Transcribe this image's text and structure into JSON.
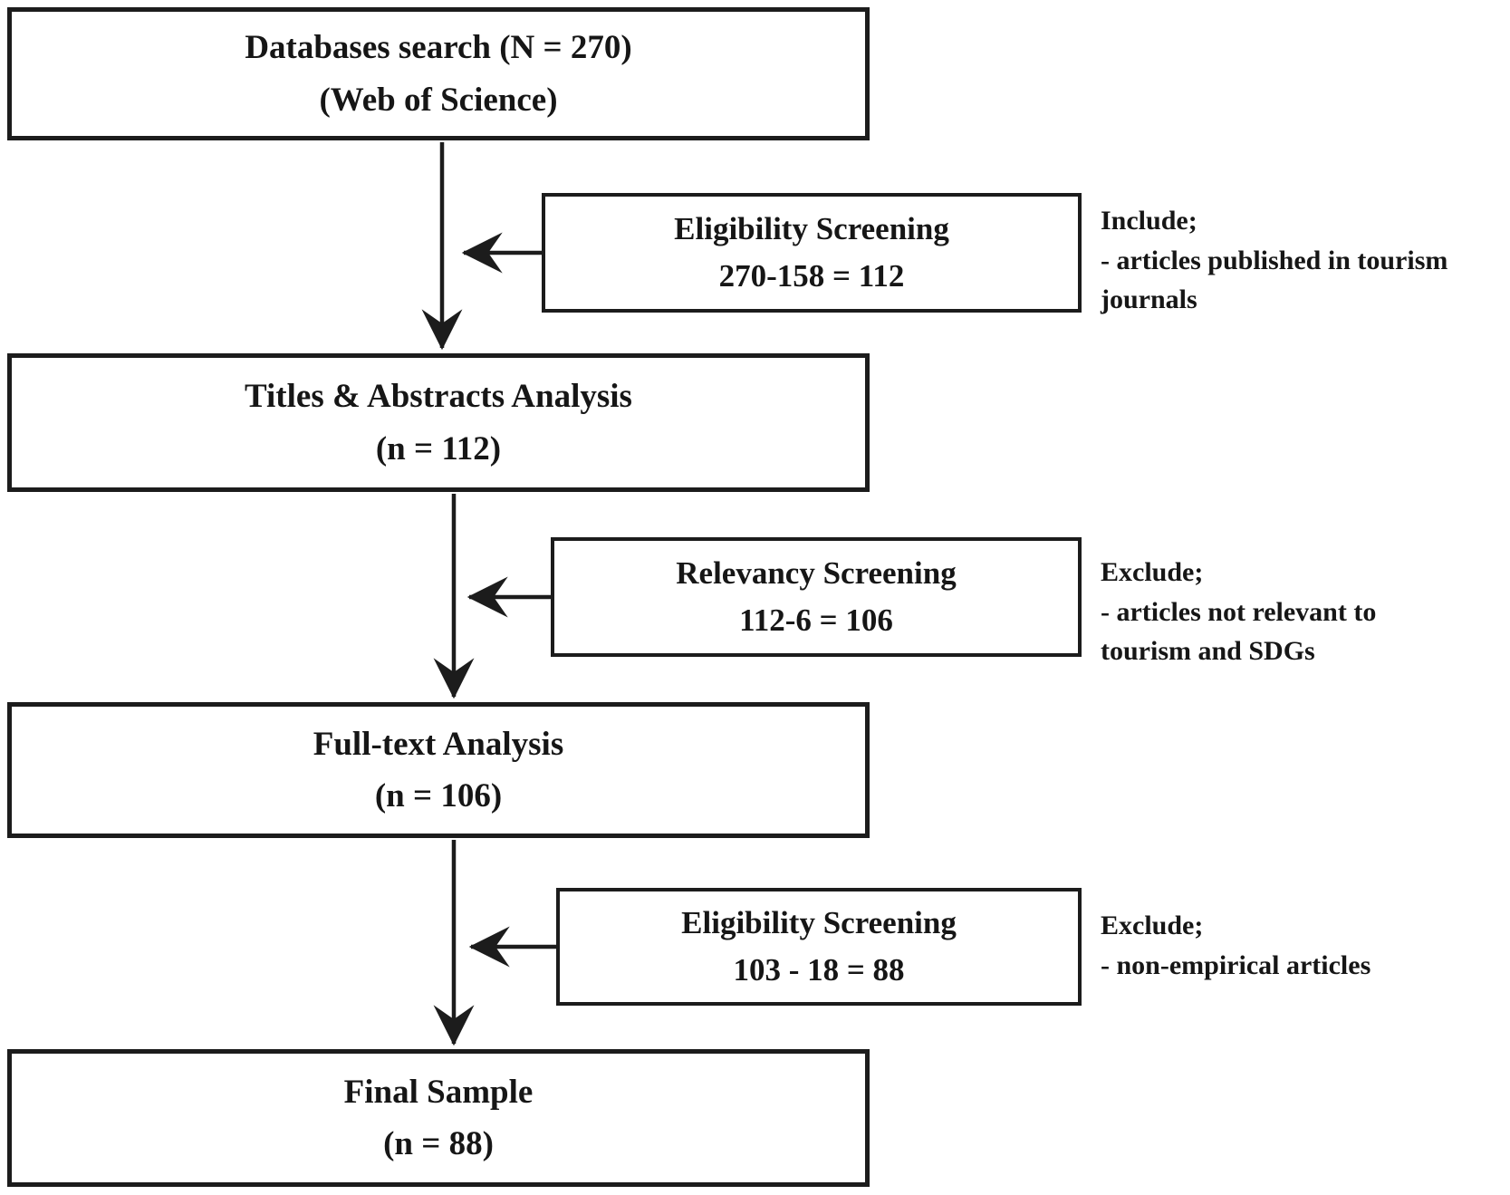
{
  "flowchart": {
    "colors": {
      "line": "#1c1c1c",
      "background": "#ffffff",
      "text": "#161616"
    },
    "main_steps": [
      {
        "title": "Databases search (N = 270)",
        "subtitle": "(Web of Science)"
      },
      {
        "title": "Titles & Abstracts Analysis",
        "subtitle": "(n = 112)"
      },
      {
        "title": "Full-text Analysis",
        "subtitle": "(n = 106)"
      },
      {
        "title": "Final Sample",
        "subtitle": "(n = 88)"
      }
    ],
    "screening_steps": [
      {
        "title": "Eligibility Screening",
        "calculation": "270-158 = 112"
      },
      {
        "title": "Relevancy Screening",
        "calculation": "112-6 = 106"
      },
      {
        "title": "Eligibility Screening",
        "calculation": "103 - 18 = 88"
      }
    ],
    "criteria_notes": [
      {
        "lines": [
          "Include;",
          "- articles published in tourism",
          "journals"
        ]
      },
      {
        "lines": [
          "Exclude;",
          "- articles not relevant to",
          "tourism and SDGs"
        ]
      },
      {
        "lines": [
          "Exclude;",
          "- non-empirical articles"
        ]
      }
    ]
  }
}
